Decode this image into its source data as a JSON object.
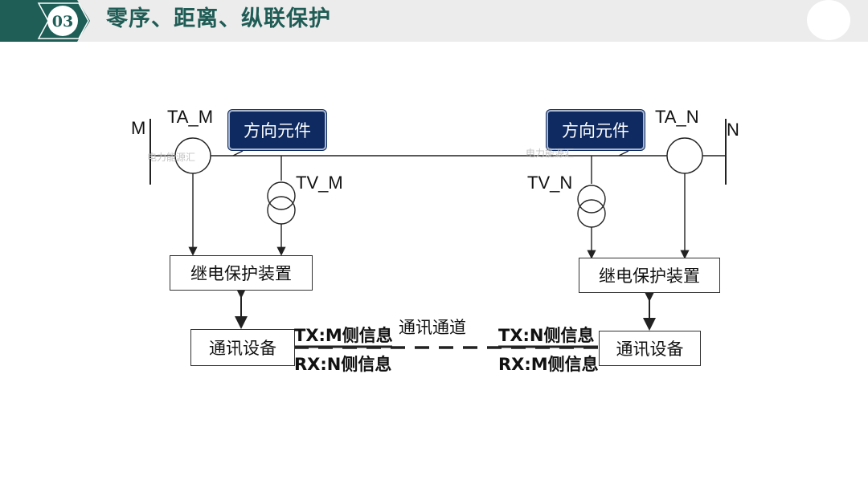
{
  "header": {
    "badge": "03",
    "title": "零序、距离、纵联保护"
  },
  "diagram": {
    "bus_m": "M",
    "bus_n": "N",
    "ta_m": "TA_M",
    "ta_n": "TA_N",
    "tv_m": "TV_M",
    "tv_n": "TV_N",
    "dir_element_m": "方向元件",
    "dir_element_n": "方向元件",
    "relay_m": "继电保护装置",
    "relay_n": "继电保护装置",
    "comm_m": "通讯设备",
    "comm_n": "通讯设备",
    "channel": "通讯通道",
    "tx_m": "TX:M侧信息",
    "rx_m": "RX:N侧信息",
    "tx_n": "TX:N侧信息",
    "rx_n": "RX:M侧信息",
    "watermark": "电力能源汇"
  }
}
